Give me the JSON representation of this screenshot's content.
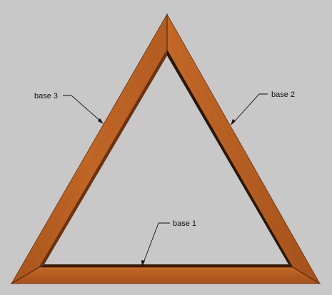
{
  "colors": {
    "background": "#c8c8c8",
    "wood_face": "#b65f22",
    "wood_light": "#c96f2c",
    "wood_dark": "#5e2a0c",
    "edge_shadow": "#2a1608",
    "line": "#111111"
  },
  "labels": {
    "base1": "base 1",
    "base2": "base 2",
    "base3": "base 3"
  }
}
